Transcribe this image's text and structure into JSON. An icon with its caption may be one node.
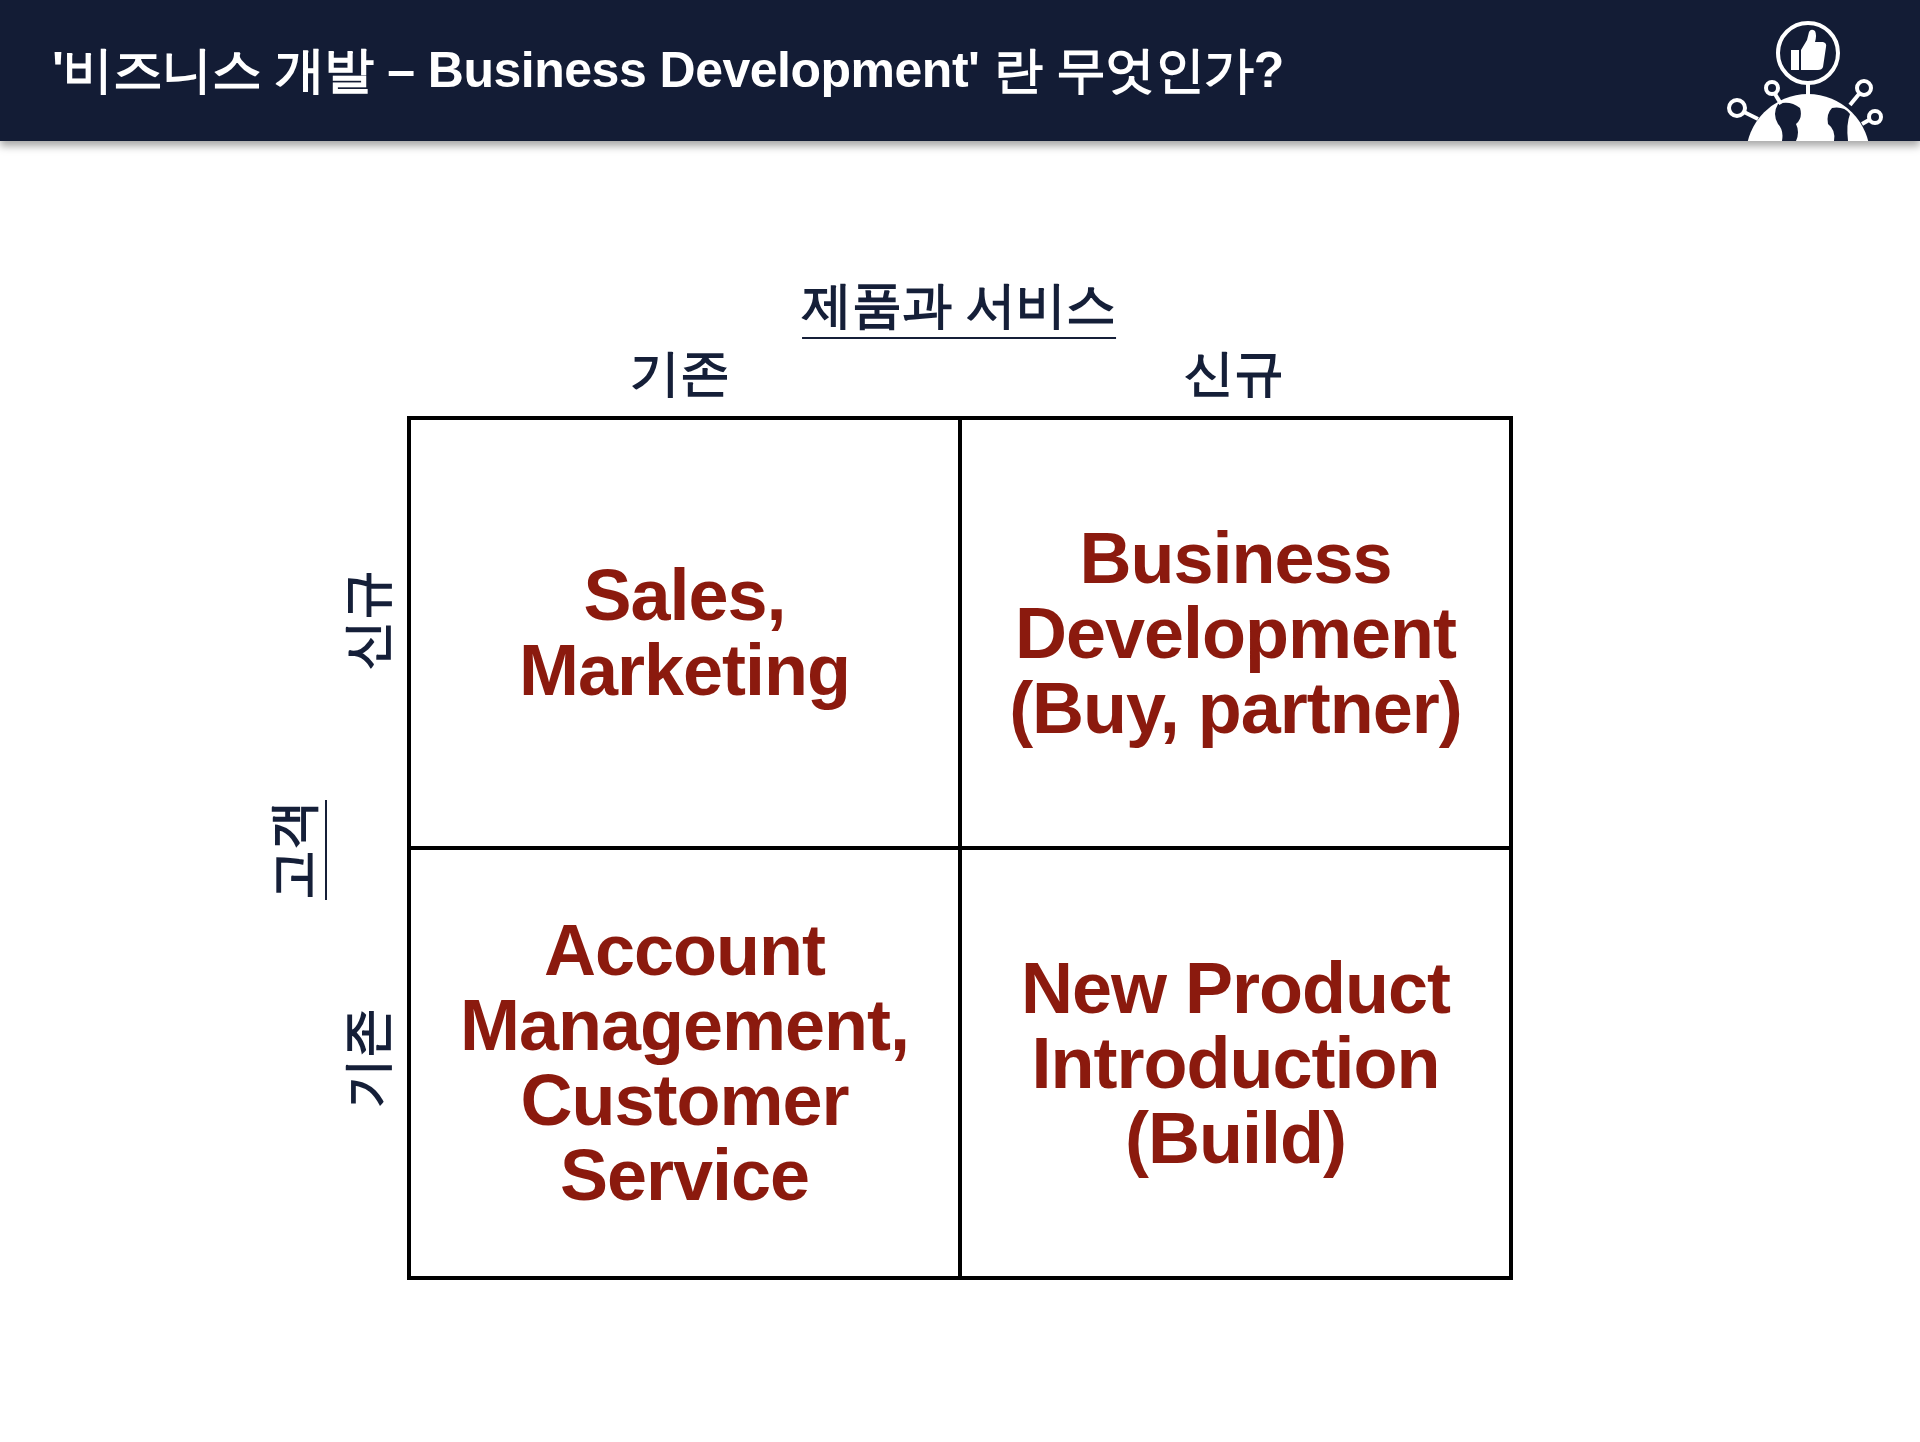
{
  "diagram": {
    "title": "'비즈니스 개발 – Business Development' 란 무엇인가?",
    "nodes": [
      {
        "text": [
          "Sales, Marketing"
        ]
      },
      {
        "text": [
          "Business Development (Buy, partner)"
        ]
      },
      {
        "text": [
          "Account Management, Customer Service"
        ]
      },
      {
        "text": [
          "New Product Introduction (Build)"
        ]
      }
    ],
    "labels": [
      "제품과 서비스",
      "기존",
      "신규",
      "신규",
      "고객",
      "기존"
    ]
  }
}
